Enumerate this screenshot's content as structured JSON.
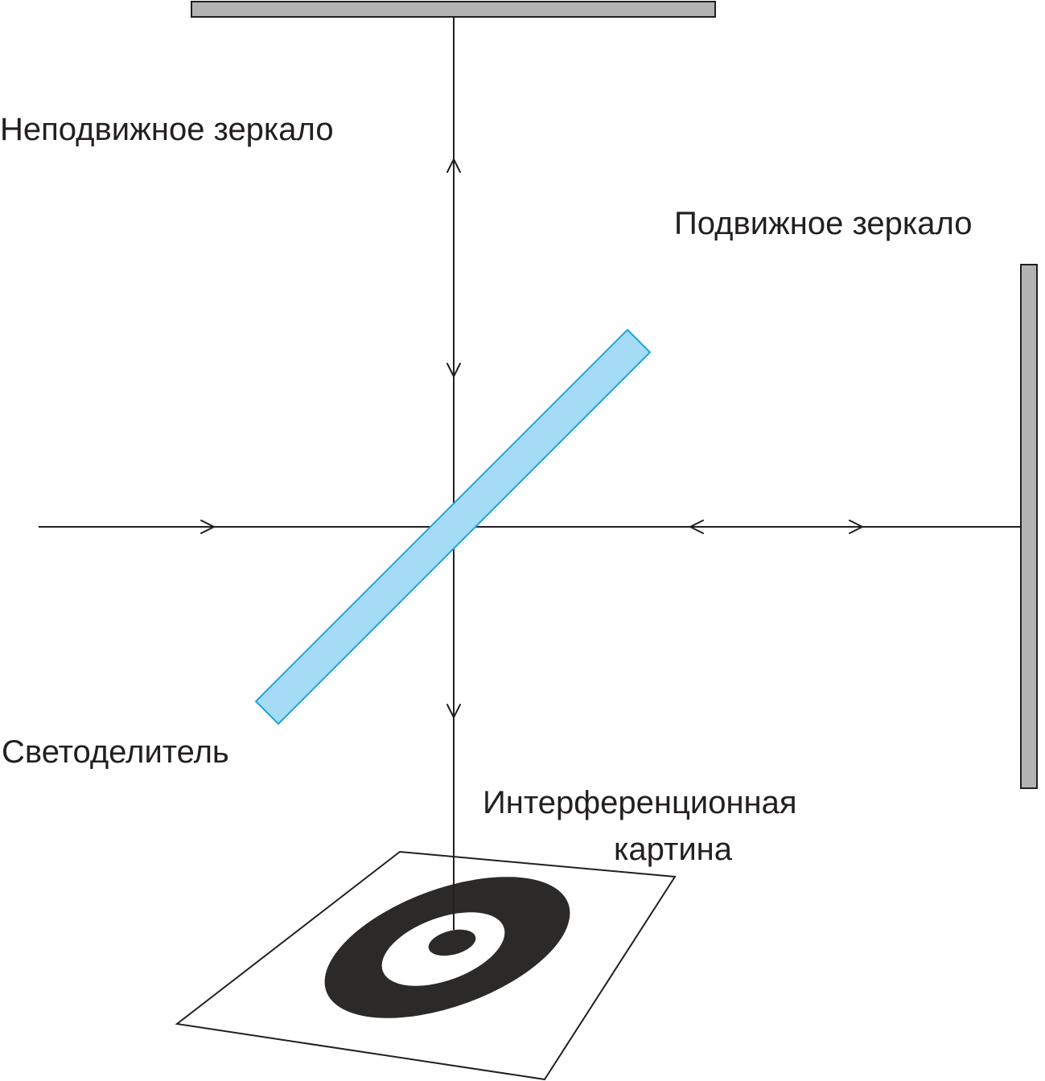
{
  "labels": {
    "fixed_mirror": "Неподвижное зеркало",
    "movable_mirror": "Подвижное зеркало",
    "beam_splitter": "Светоделитель",
    "pattern_line1": "Интерференционная",
    "pattern_line2": "картина"
  },
  "colors": {
    "mirror_fill": "#b3b3b3",
    "mirror_stroke": "#231f20",
    "splitter_fill": "#a6dbf5",
    "splitter_stroke": "#1fa3dc",
    "ray": "#231f20",
    "fringe": "#2b2a29",
    "screen_stroke": "#231f20",
    "background": "#ffffff"
  }
}
